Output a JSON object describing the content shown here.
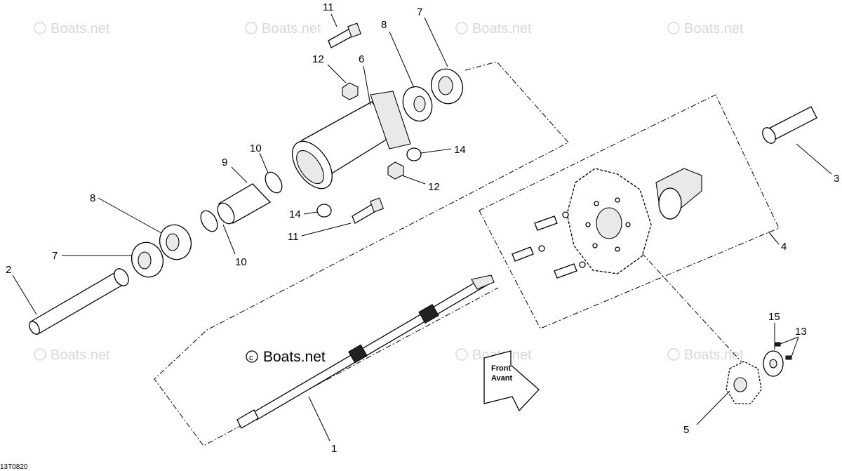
{
  "diagram": {
    "watermark": "Boats.net",
    "copyright": "Boats.net",
    "drawing_code": "13T0820",
    "arrow_label_1": "Front",
    "arrow_label_2": "Avant",
    "callouts": [
      "1",
      "2",
      "3",
      "4",
      "5",
      "6",
      "7",
      "7",
      "8",
      "8",
      "9",
      "10",
      "10",
      "11",
      "11",
      "12",
      "12",
      "13",
      "14",
      "14",
      "15"
    ]
  }
}
